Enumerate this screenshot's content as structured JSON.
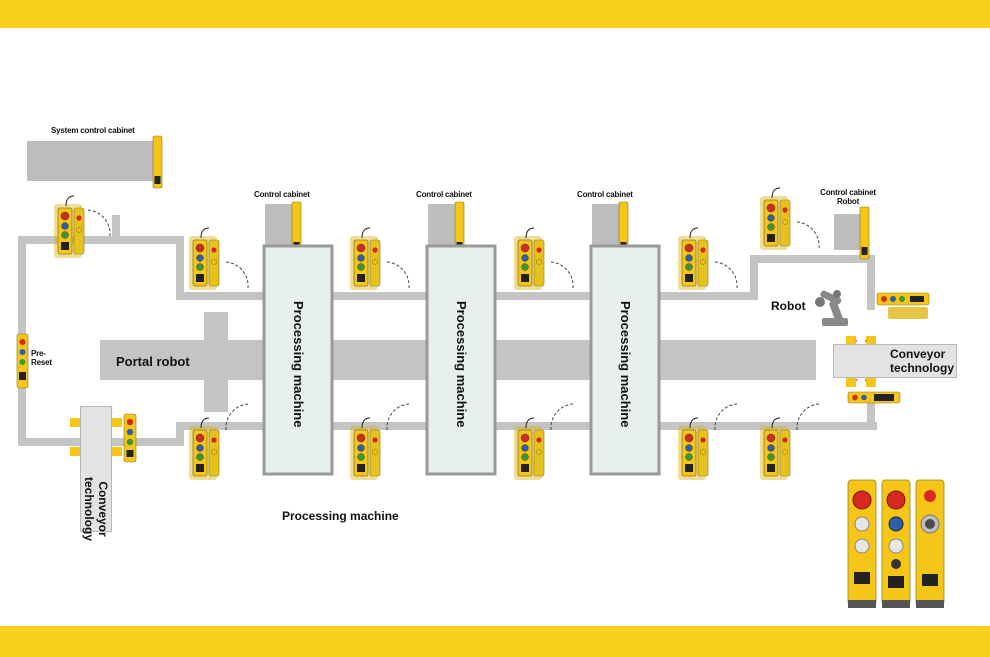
{
  "labels": {
    "system_control_cabinet": "System control cabinet",
    "control_cabinet": "Control cabinet",
    "control_cabinet_robot_line1": "Control cabinet",
    "control_cabinet_robot_line2": "Robot",
    "robot": "Robot",
    "pre_reset_line1": "Pre-",
    "pre_reset_line2": "Reset",
    "portal_robot": "Portal robot",
    "processing_machine": "Processing machine",
    "conveyor_technology_line1": "Conveyor",
    "conveyor_technology_line2": "technology"
  },
  "colors": {
    "brand_yellow": "#f9d01e",
    "track_gray": "#c4c4c4",
    "cabinet_gray": "#bdbdbd",
    "machine_fill": "#e7f0ef",
    "machine_border": "#9a9a9a",
    "button_red": "#d42a20",
    "button_blue": "#2f5fa8",
    "button_green": "#3a9a3a",
    "button_yellow": "#f2c200"
  },
  "icons": [
    "control-station-icon",
    "robot-arm-icon",
    "light-curtain-icon",
    "door-swing-icon",
    "emergency-stop-icon"
  ]
}
